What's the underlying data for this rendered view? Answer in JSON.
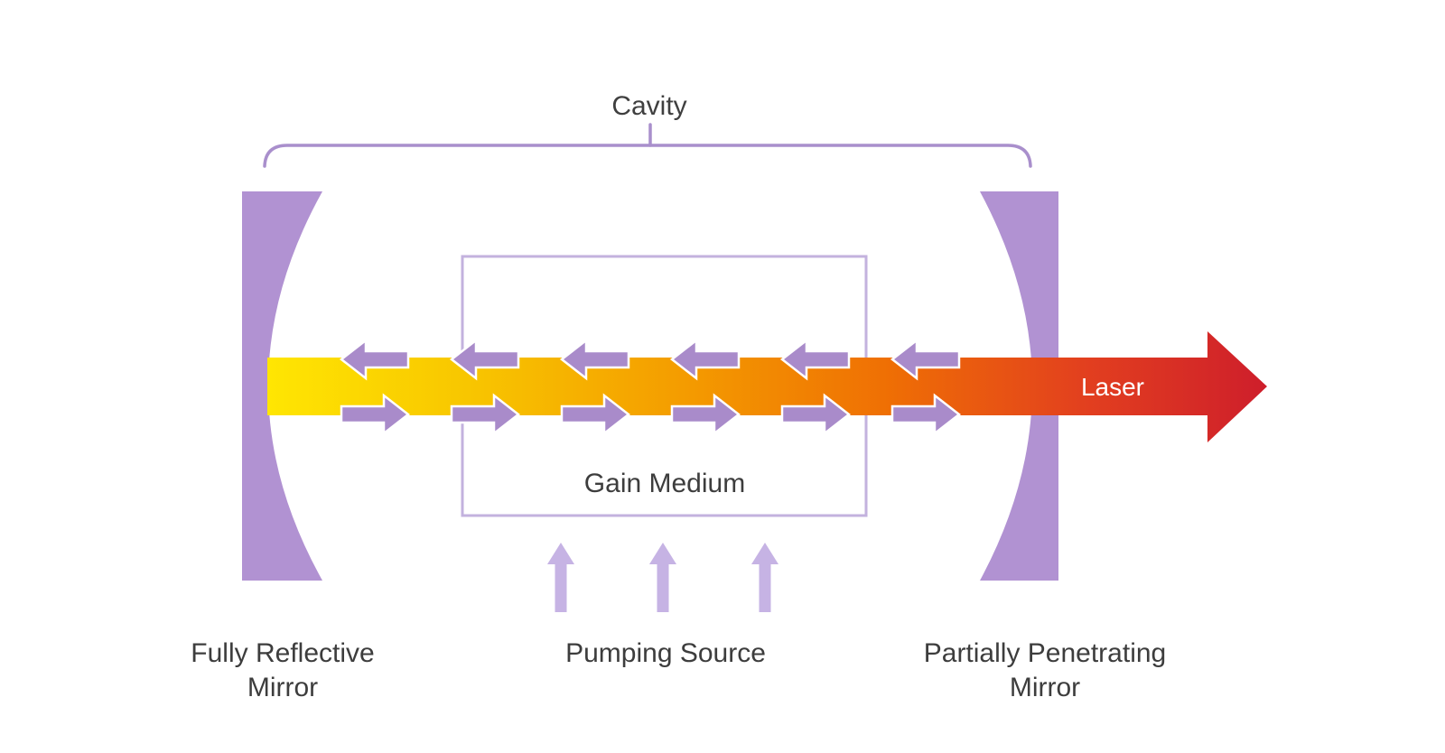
{
  "diagram": {
    "type": "laser-cavity-schematic",
    "description": "Schematic of a laser: optical cavity bounded by two curved mirrors, gain medium pumped from below, photons bouncing between mirrors, laser beam exiting right",
    "photon_arrows_left_count": 6,
    "photon_arrows_right_count": 6,
    "pump_arrows_count": 3
  },
  "labels": {
    "cavity": "Cavity",
    "gain_medium": "Gain Medium",
    "laser": "Laser",
    "pumping_source": "Pumping Source",
    "fully_reflective_line1": "Fully Reflective",
    "fully_reflective_line2": "Mirror",
    "partially_penetrating_line1": "Partially Penetrating",
    "partially_penetrating_line2": "Mirror"
  },
  "palette": {
    "background": "#ffffff",
    "mirror": "#b192d2",
    "photon_arrow": "#a98bca",
    "photon_arrow_outline": "#ffffff",
    "pump_arrow": "#c6b3e4",
    "box_border": "#c3b2de",
    "bracket": "#a98fcc",
    "heading_text": "#3f3f3f",
    "label_text": "#3d3d3d",
    "laser_text": "#ffffff",
    "beam_yellow": "#ffe602",
    "beam_gold": "#f8c600",
    "beam_orange": "#f49b00",
    "beam_deep_orange": "#ef6f04",
    "beam_red_orange": "#e23f1f",
    "beam_red": "#ce1e2b"
  }
}
